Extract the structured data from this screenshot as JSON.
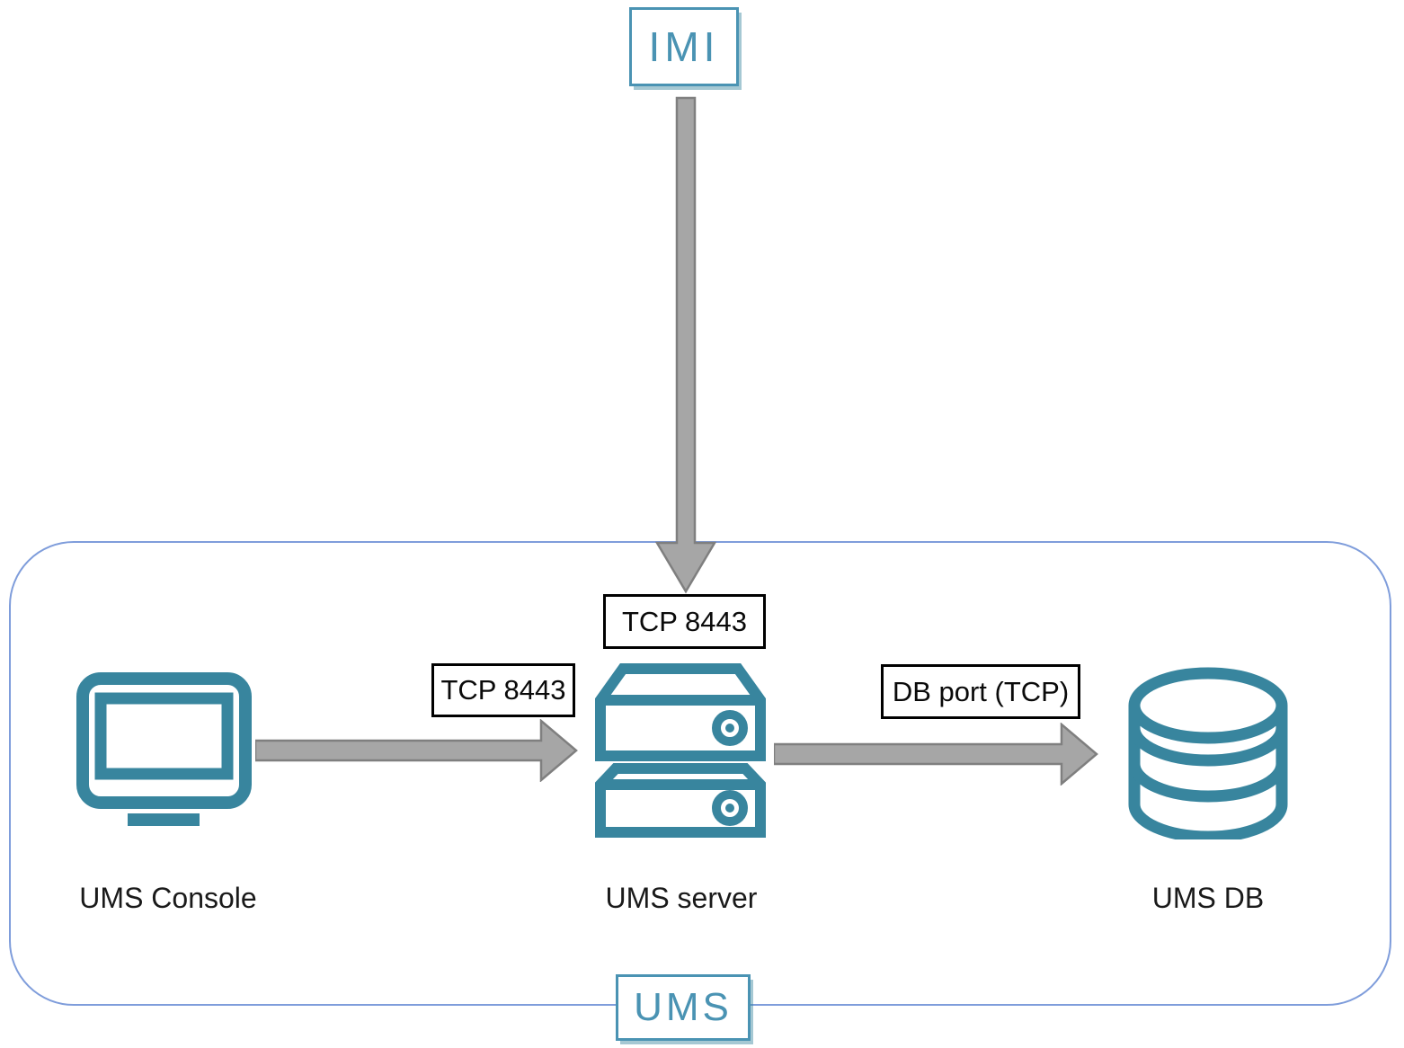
{
  "nodes": {
    "imi": {
      "label": "IMI"
    },
    "ums_console": {
      "label": "UMS Console",
      "icon": "monitor-icon"
    },
    "ums_server": {
      "label": "UMS server",
      "icon": "server-icon"
    },
    "ums_db": {
      "label": "UMS DB",
      "icon": "database-icon"
    },
    "ums_group": {
      "label": "UMS"
    }
  },
  "connections": [
    {
      "from": "IMI",
      "to": "UMS server",
      "label": "TCP 8443",
      "direction": "down",
      "arrow": "down-arrow"
    },
    {
      "from": "UMS Console",
      "to": "UMS server",
      "label": "TCP 8443",
      "direction": "right",
      "arrow": "right-arrow"
    },
    {
      "from": "UMS server",
      "to": "UMS DB",
      "label": "DB port (TCP)",
      "direction": "right",
      "arrow": "right-arrow"
    }
  ],
  "colors": {
    "teal": "#38859e",
    "box_teal": "#4a93b3",
    "container_border": "#7f9ddb",
    "arrow_fill": "#a6a6a6",
    "arrow_stroke": "#7f7f7f",
    "label_border": "#000000",
    "text": "#1a1a1a"
  }
}
